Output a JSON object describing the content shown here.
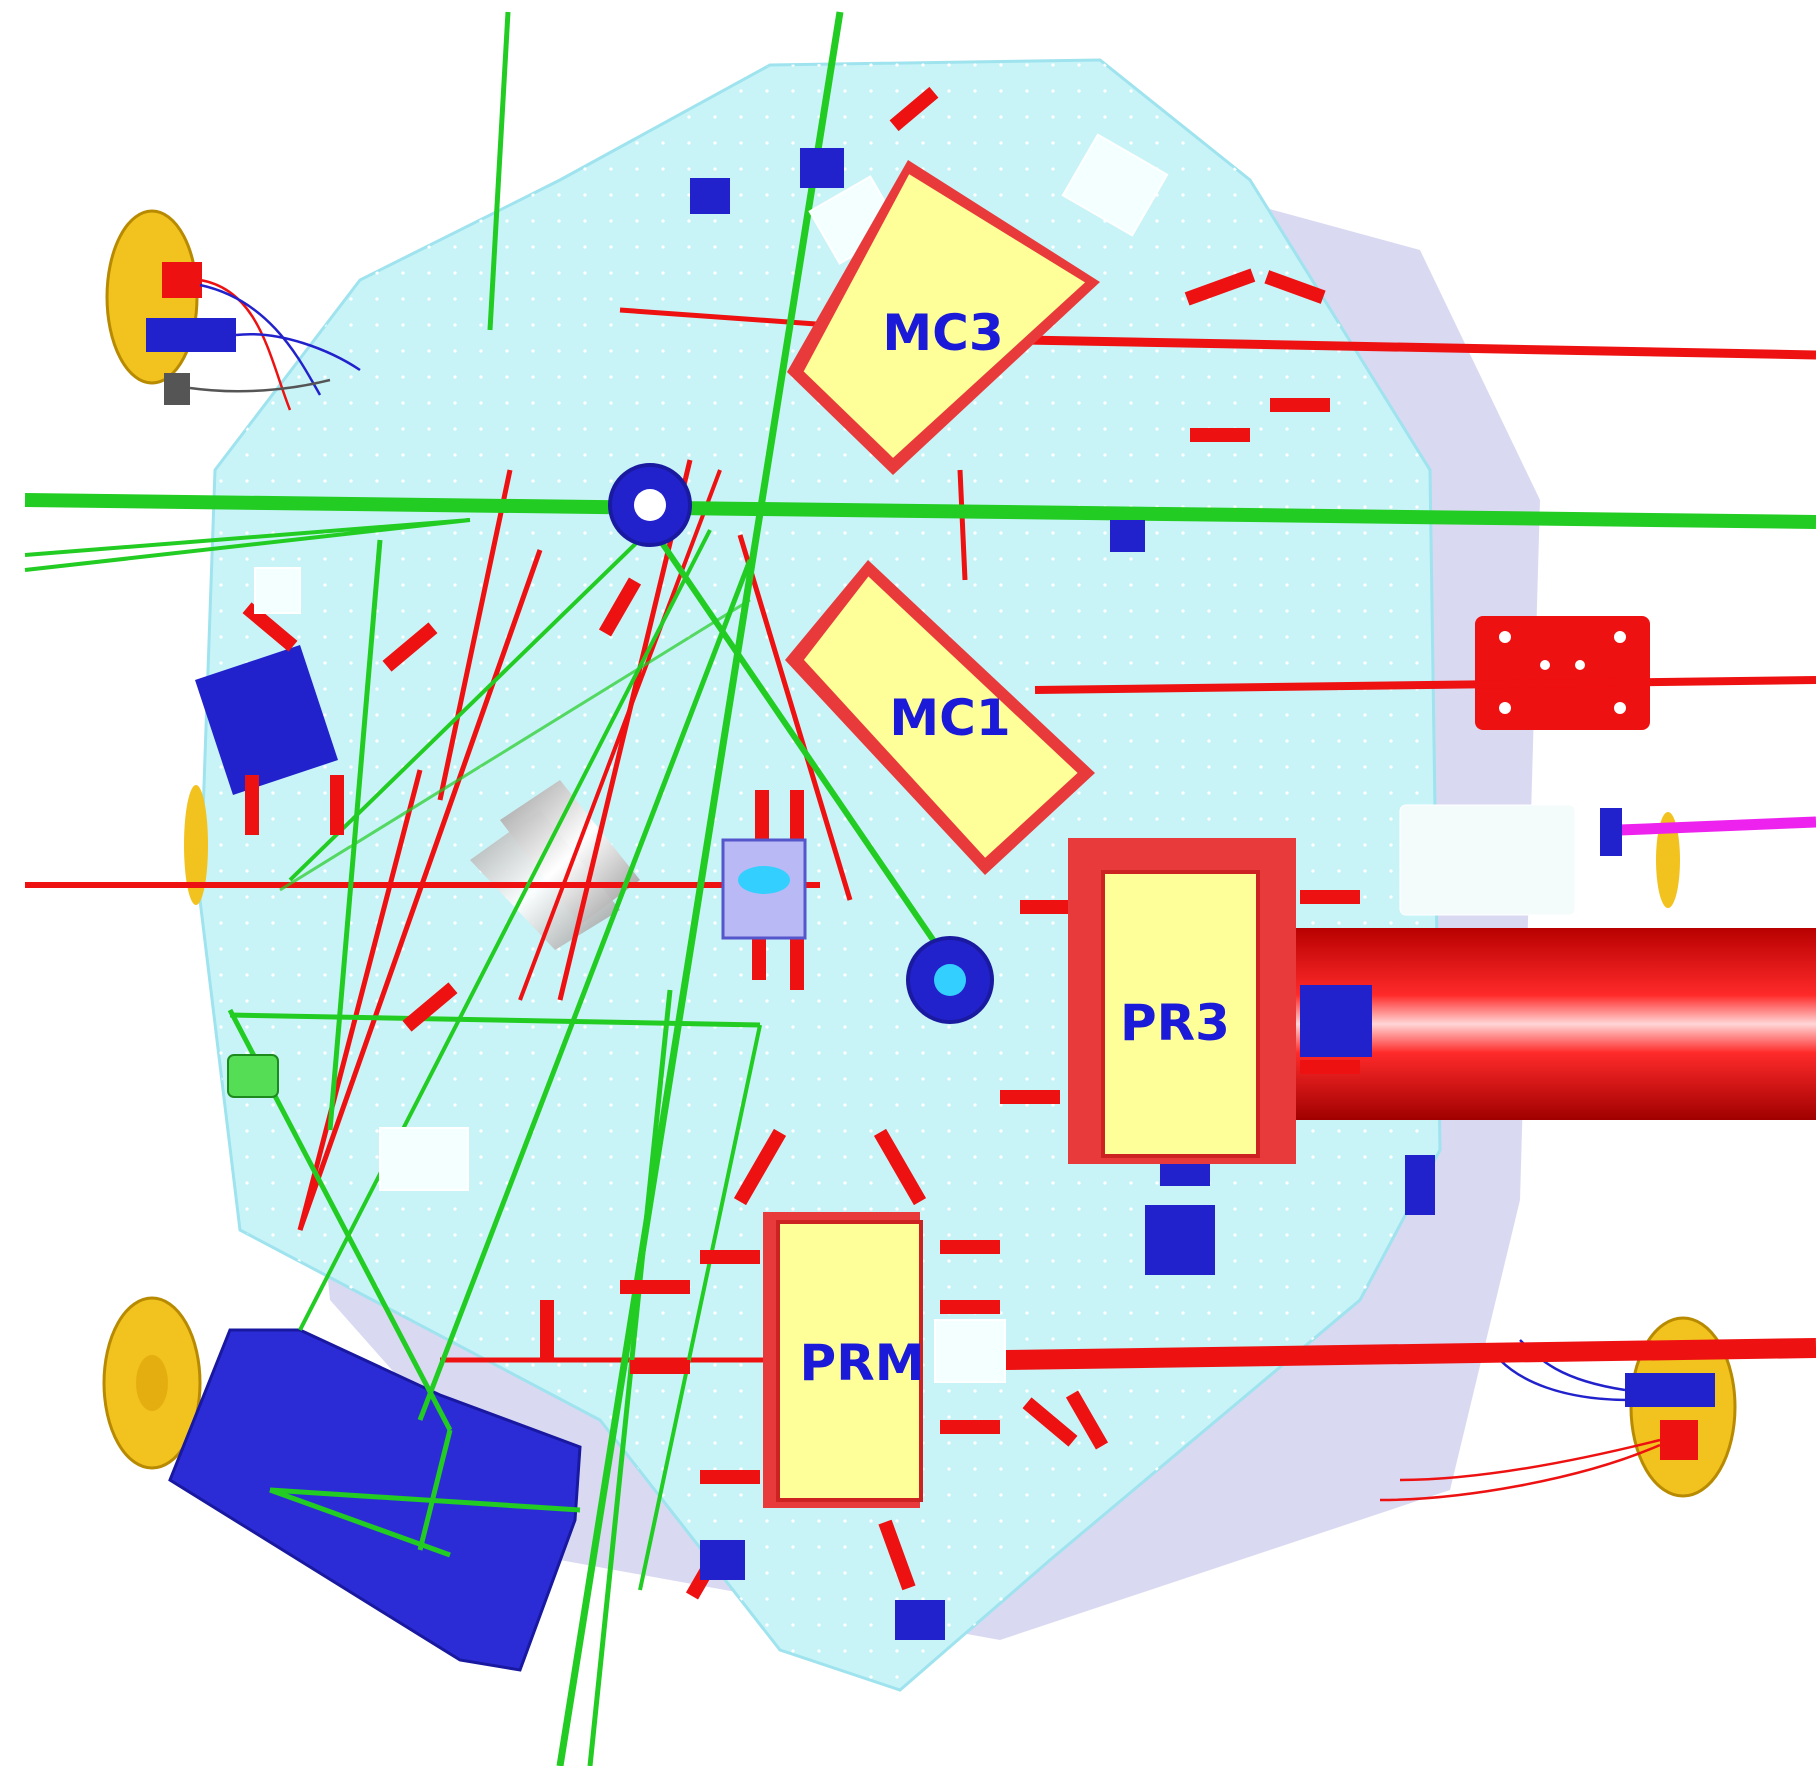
{
  "labels": {
    "mc3": "MC3",
    "mc1": "MC1",
    "pr3": "PR3",
    "prm": "PRM"
  },
  "colors": {
    "background": "#ffffff",
    "table": "#c8f4f8",
    "table_edge": "#9ee3ee",
    "shadow_plate": "#c9c9ec",
    "optic_fill": "#ffff99",
    "optic_frame": "#e83a3a",
    "label_text": "#1a1ad8",
    "red_beam": "#ee1111",
    "green_beam": "#22cc22",
    "magenta_beam": "#ee22ee",
    "flange": "#f2c21e",
    "component_blue": "#2222cc"
  }
}
